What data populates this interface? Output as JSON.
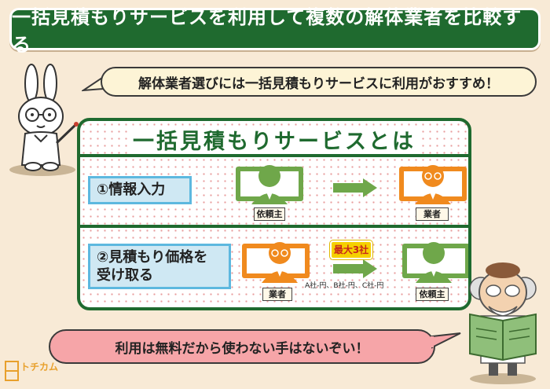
{
  "title": "一括見積もりサービスを利用して複数の解体業者を比較する",
  "bubble_top": "解体業者選びには一括見積もりサービスに利用がおすすめ！",
  "panel": {
    "title": "一括見積もりサービスとは",
    "step1": {
      "label": "①情報入力",
      "from": "依頼主",
      "to": "業者"
    },
    "step2": {
      "label_line1": "②見積もり価格を",
      "label_line2": "受け取る",
      "from": "業者",
      "to": "依頼主",
      "badge": "最大3社",
      "prices": "A社-円、B社-円、C社-円"
    }
  },
  "bubble_bottom": "利用は無料だから使わない手はないぞい！",
  "logo": {
    "name": "トチカム"
  },
  "colors": {
    "green": "#1f6a2f",
    "person_green": "#6fa74a",
    "person_orange": "#f08a1e",
    "step_blue": "#cfe8f3",
    "bubble_pink": "#f6a5a8",
    "background": "#f8ead6"
  }
}
